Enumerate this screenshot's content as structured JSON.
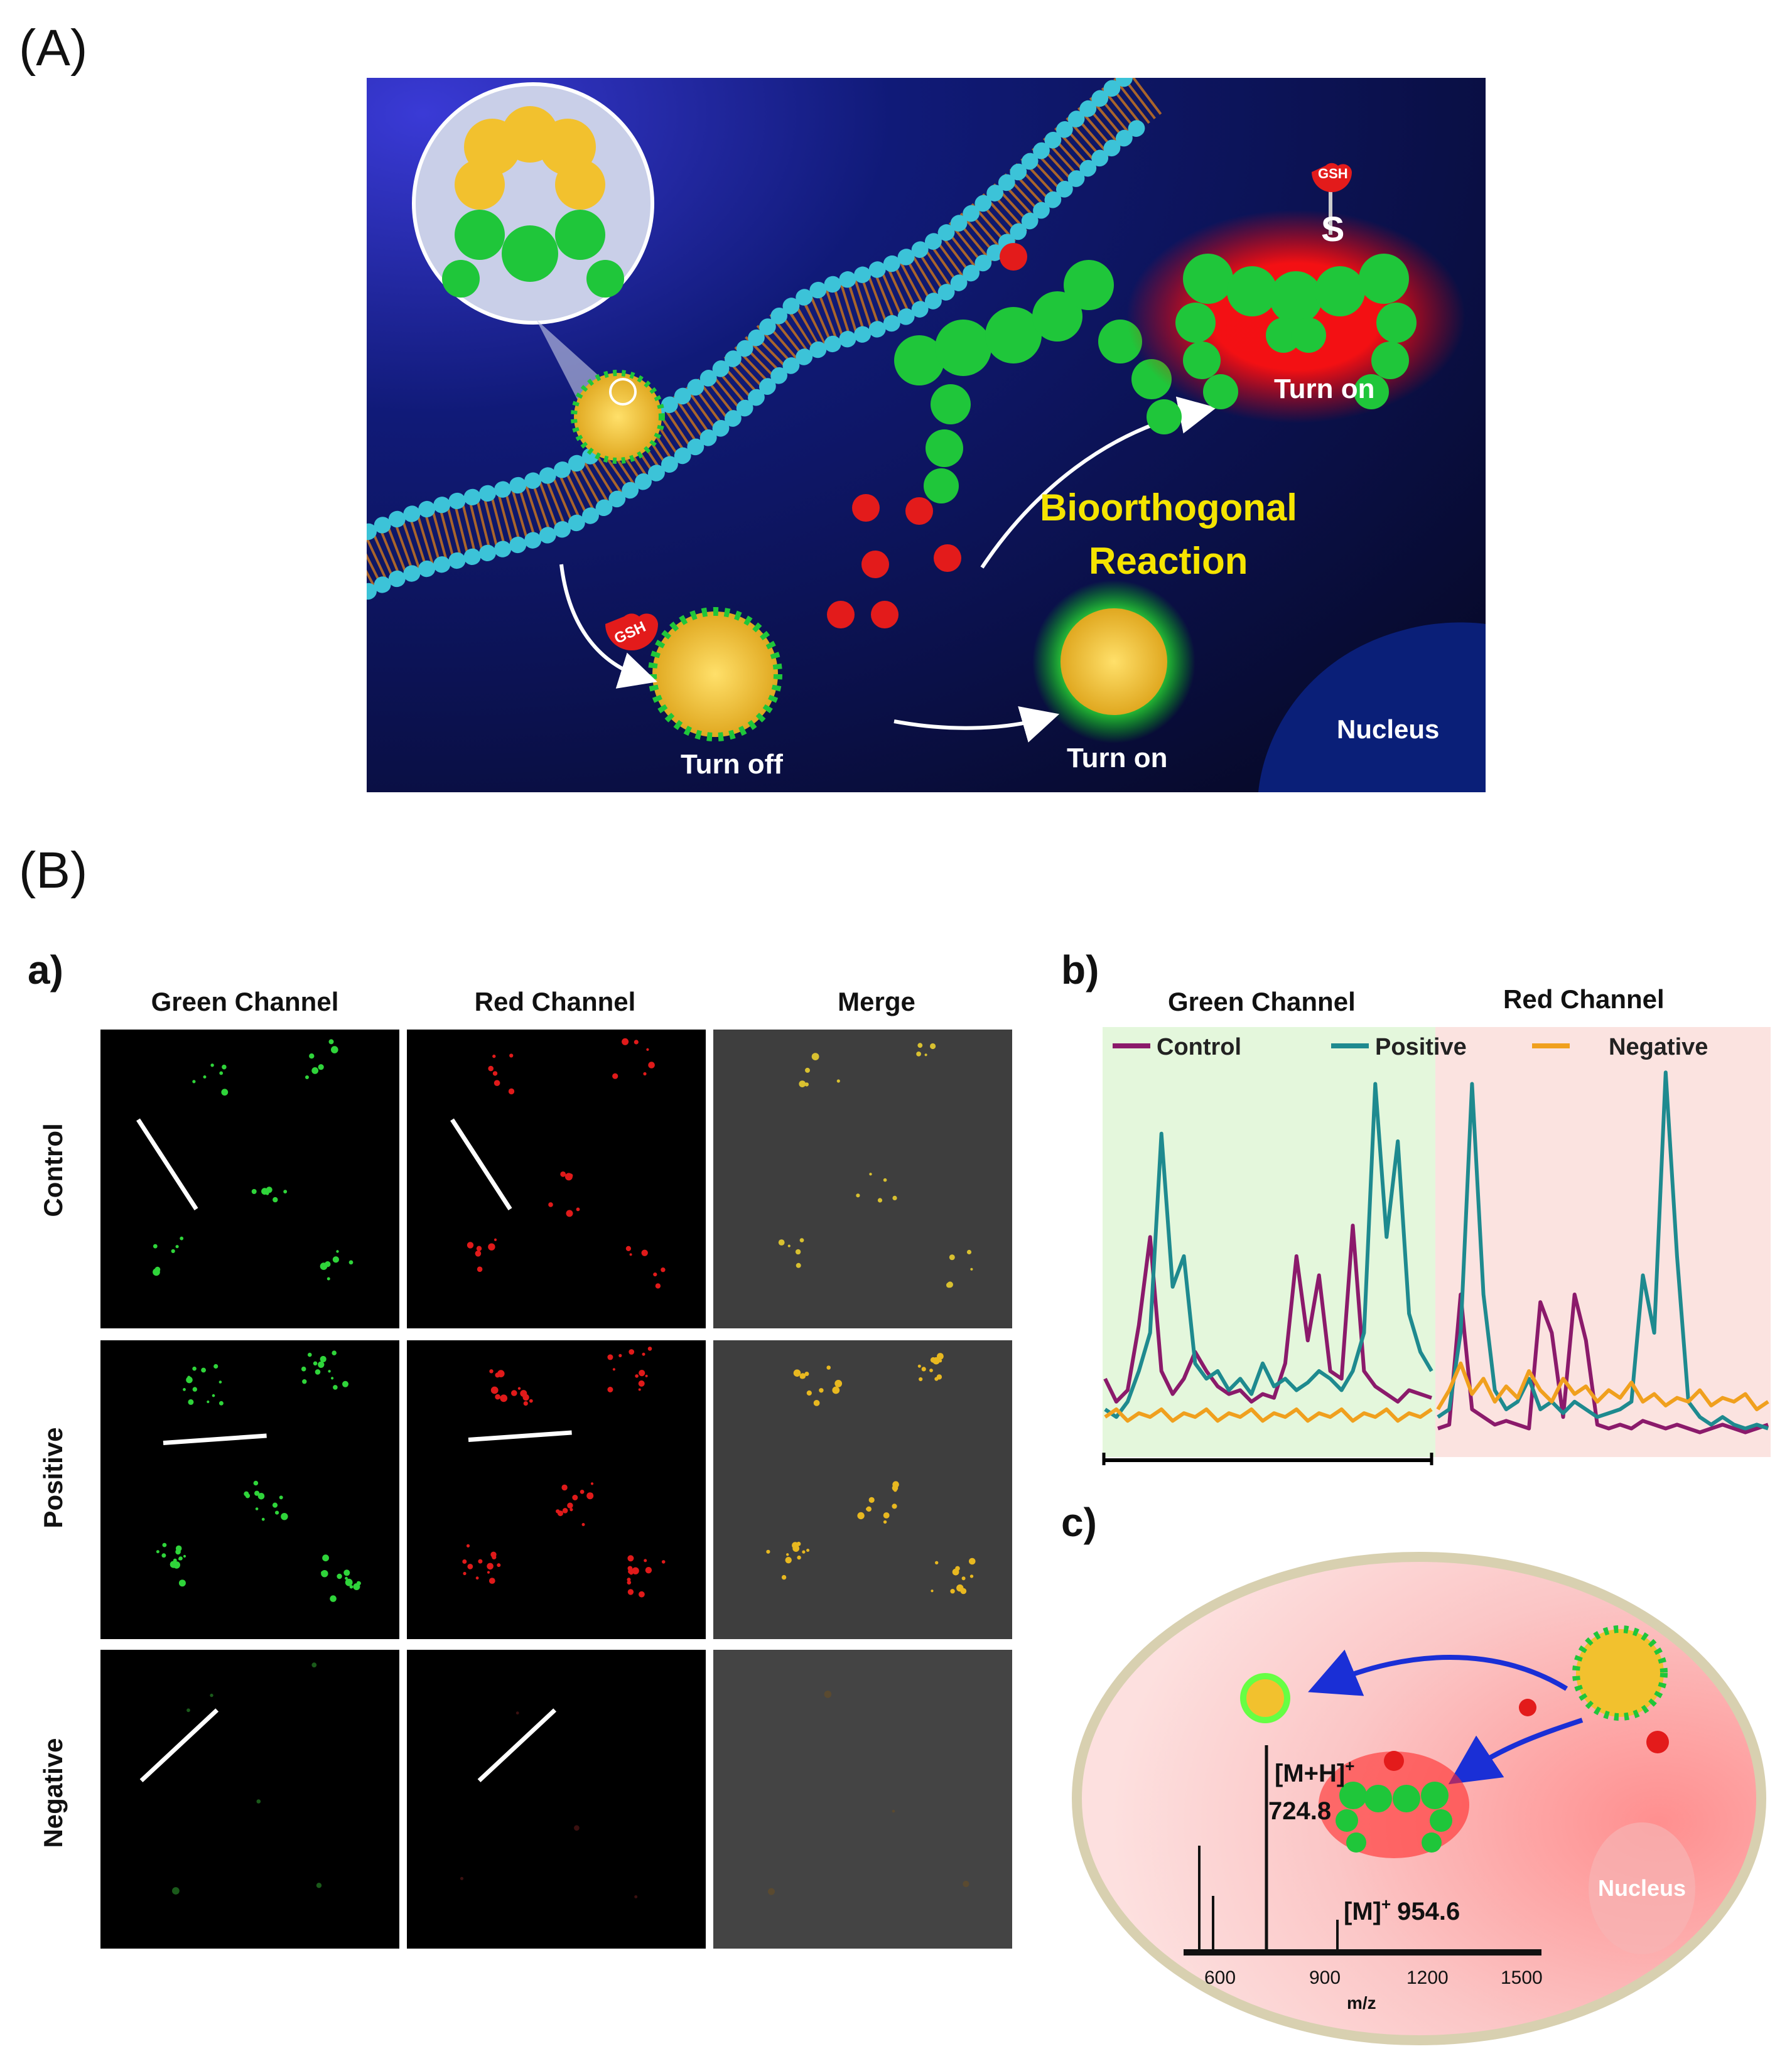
{
  "panel_a": {
    "label": "(A)",
    "labels": {
      "turn_off": "Turn off",
      "turn_on_np": "Turn on",
      "turn_on_probe": "Turn on",
      "reaction_line1": "Bioorthogonal",
      "reaction_line2": "Reaction",
      "nucleus": "Nucleus",
      "gsh": "GSH",
      "sulfur": "S"
    },
    "colors": {
      "background": "#0b0f3f",
      "membrane_bead": "#3cc3d8",
      "probe_green": "#1fc63a",
      "nanoparticle_gold": "#f2c12e",
      "glow_red": "#e00000",
      "reaction_yellow": "#f5e400"
    }
  },
  "panel_b": {
    "label": "(B)",
    "a": {
      "label": "a)",
      "columns": [
        "Green Channel",
        "Red Channel",
        "Merge"
      ],
      "rows": [
        "Control",
        "Positive",
        "Negative"
      ]
    },
    "b": {
      "label": "b)",
      "headers": [
        "Green Channel",
        "Red Channel"
      ],
      "legend": [
        "Control",
        "Positive",
        "Negative"
      ],
      "colors": {
        "Control": "#8b1a6b",
        "Positive": "#1e8a8f",
        "Negative": "#f0a01e",
        "green_bg": "#e4f7dc",
        "red_bg": "#fbe3e0"
      }
    },
    "c": {
      "label": "c)",
      "peak1_label": "[M+H]",
      "peak1_sup": "+",
      "peak1_value": "724.8",
      "peak2_label": "[M]",
      "peak2_sup": "+",
      "peak2_value": "954.6",
      "nucleus": "Nucleus",
      "xaxis_ticks": [
        "600",
        "900",
        "1200",
        "1500"
      ],
      "xaxis_label": "m/z"
    }
  },
  "chart_data": {
    "type": "line",
    "xlabel": "",
    "ylabel": "",
    "panels": [
      {
        "header": "Green Channel",
        "series": [
          {
            "name": "Control",
            "values": [
              0.18,
              0.12,
              0.15,
              0.32,
              0.55,
              0.2,
              0.14,
              0.18,
              0.25,
              0.2,
              0.16,
              0.14,
              0.15,
              0.12,
              0.14,
              0.13,
              0.22,
              0.5,
              0.28,
              0.45,
              0.2,
              0.18,
              0.58,
              0.2,
              0.16,
              0.14,
              0.12,
              0.15,
              0.14,
              0.13
            ]
          },
          {
            "name": "Positive",
            "values": [
              0.1,
              0.08,
              0.12,
              0.2,
              0.3,
              0.82,
              0.42,
              0.5,
              0.22,
              0.18,
              0.2,
              0.15,
              0.18,
              0.14,
              0.22,
              0.16,
              0.18,
              0.15,
              0.17,
              0.2,
              0.18,
              0.15,
              0.2,
              0.3,
              0.95,
              0.55,
              0.8,
              0.35,
              0.25,
              0.2
            ]
          },
          {
            "name": "Negative",
            "values": [
              0.08,
              0.1,
              0.07,
              0.09,
              0.08,
              0.1,
              0.07,
              0.09,
              0.08,
              0.1,
              0.07,
              0.09,
              0.08,
              0.1,
              0.07,
              0.09,
              0.08,
              0.1,
              0.07,
              0.09,
              0.08,
              0.1,
              0.07,
              0.09,
              0.08,
              0.1,
              0.07,
              0.09,
              0.08,
              0.1
            ]
          }
        ]
      },
      {
        "header": "Red Channel",
        "series": [
          {
            "name": "Control",
            "values": [
              0.05,
              0.06,
              0.4,
              0.1,
              0.08,
              0.06,
              0.07,
              0.06,
              0.05,
              0.38,
              0.3,
              0.08,
              0.4,
              0.28,
              0.06,
              0.05,
              0.06,
              0.05,
              0.07,
              0.06,
              0.05,
              0.06,
              0.05,
              0.04,
              0.05,
              0.06,
              0.05,
              0.04,
              0.05,
              0.06
            ]
          },
          {
            "name": "Positive",
            "values": [
              0.08,
              0.1,
              0.3,
              0.95,
              0.4,
              0.15,
              0.1,
              0.12,
              0.18,
              0.1,
              0.12,
              0.09,
              0.12,
              0.1,
              0.08,
              0.09,
              0.1,
              0.12,
              0.45,
              0.3,
              0.98,
              0.5,
              0.12,
              0.08,
              0.06,
              0.08,
              0.06,
              0.05,
              0.06,
              0.05
            ]
          },
          {
            "name": "Negative",
            "values": [
              0.1,
              0.15,
              0.22,
              0.14,
              0.18,
              0.12,
              0.16,
              0.13,
              0.2,
              0.15,
              0.12,
              0.18,
              0.14,
              0.16,
              0.12,
              0.15,
              0.13,
              0.17,
              0.12,
              0.14,
              0.11,
              0.13,
              0.12,
              0.15,
              0.11,
              0.13,
              0.12,
              0.14,
              0.1,
              0.12
            ]
          }
        ]
      }
    ]
  }
}
